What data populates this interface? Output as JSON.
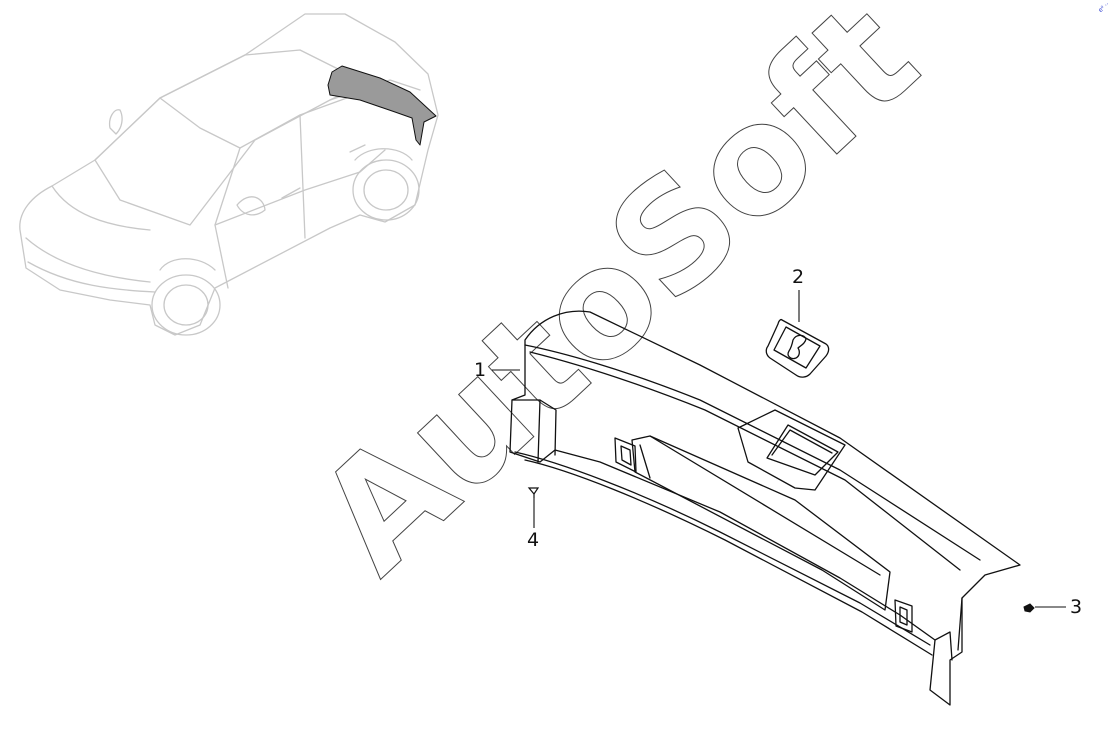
{
  "diagram": {
    "callouts": [
      {
        "id": "1",
        "label": "1"
      },
      {
        "id": "2",
        "label": "2"
      },
      {
        "id": "3",
        "label": "3"
      },
      {
        "id": "4",
        "label": "4"
      }
    ],
    "watermark": "AutoSoft",
    "corner_mark": "e⁰ ··",
    "colors": {
      "line": "#111111",
      "car_outline": "#c8c8c8",
      "highlight_fill": "#9a9a9a",
      "watermark_stroke": "#444444",
      "corner_mark": "#2233cc"
    }
  }
}
